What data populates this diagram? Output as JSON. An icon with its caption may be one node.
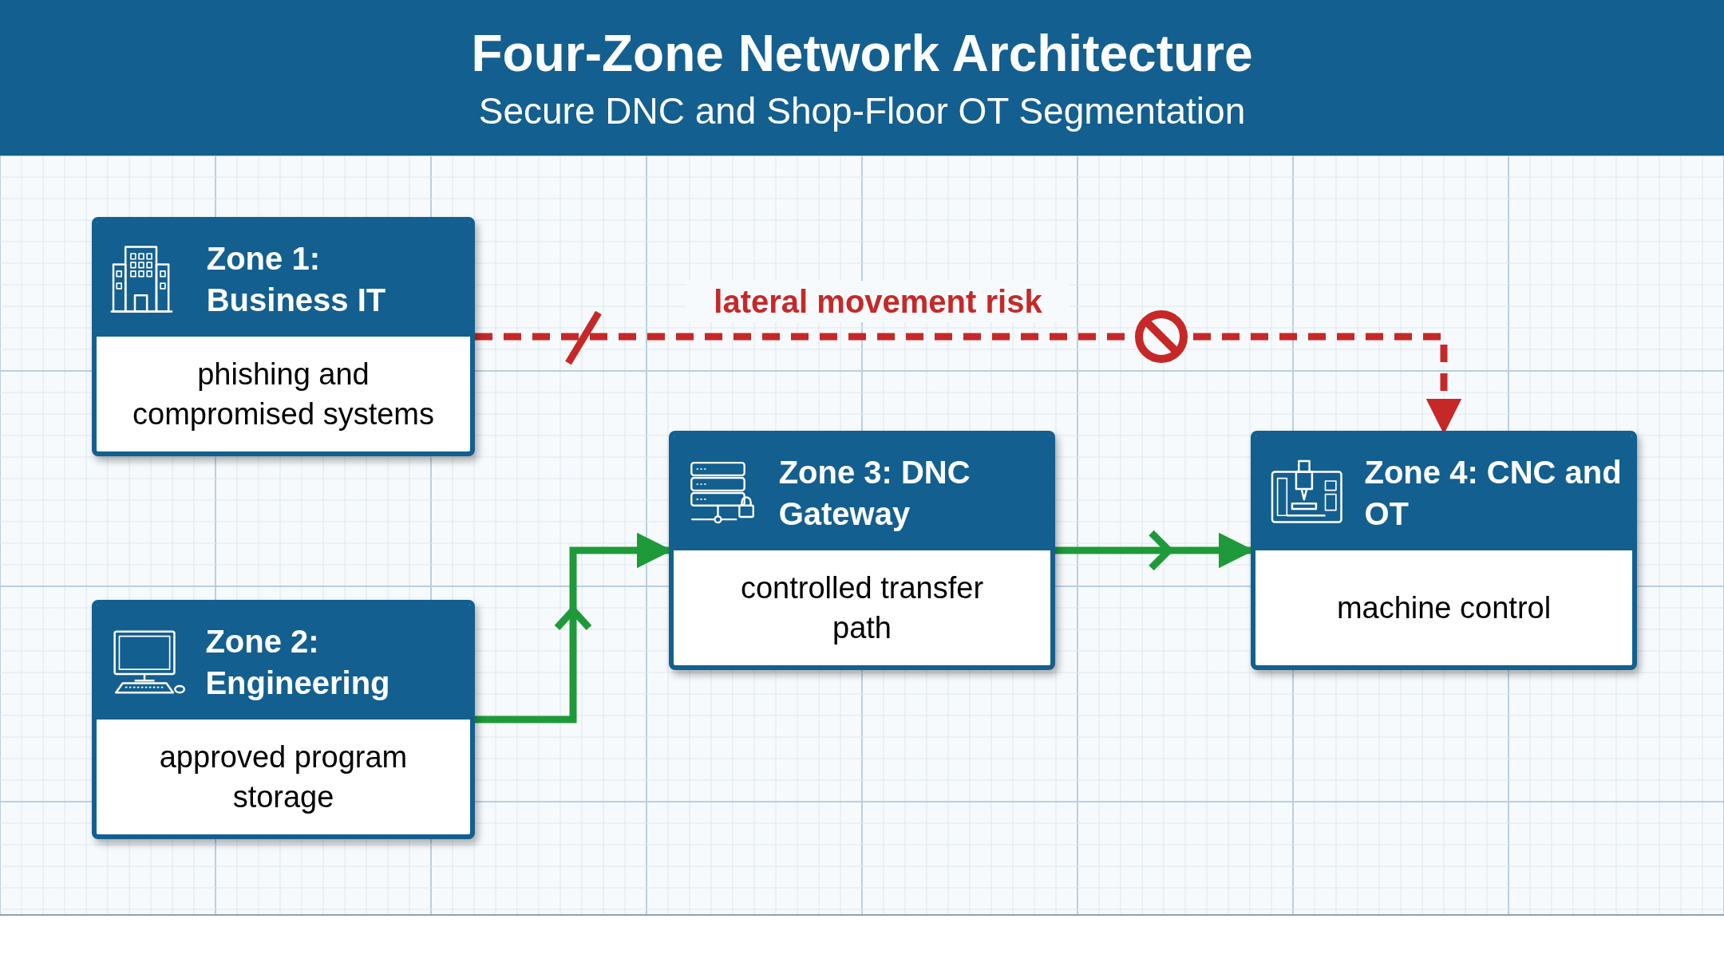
{
  "diagram": {
    "title": "Four-Zone Network Architecture",
    "nodes": [
      {
        "text": [
          "Zone 1: Business IT",
          "phishing and compromised systems"
        ]
      },
      {
        "text": [
          "Zone 2: Engineering",
          "approved program storage"
        ]
      },
      {
        "text": [
          "Zone 3: DNC Gateway",
          "controlled transfer path"
        ]
      },
      {
        "text": [
          "Zone 4: CNC and OT",
          "machine control"
        ]
      }
    ],
    "edges": [
      {
        "from": 0,
        "to": 3,
        "arrow": "to",
        "label": "lateral movement risk",
        "style": "dashed",
        "color": "#c62828"
      },
      {
        "from": 1,
        "to": 2,
        "arrow": "to"
      },
      {
        "from": 2,
        "to": 3,
        "arrow": "to"
      }
    ],
    "labels": [
      "Secure DNC and Shop-Floor OT Segmentation"
    ]
  }
}
